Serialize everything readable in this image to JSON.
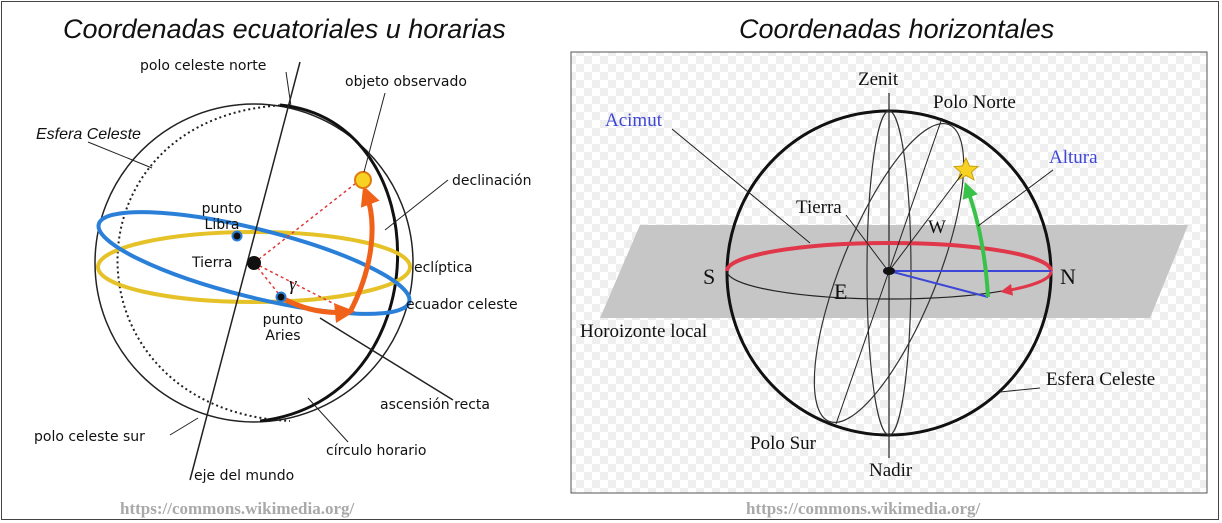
{
  "left_panel": {
    "title": "Coordenadas ecuatoriales u horarias",
    "labels": {
      "north_pole": "polo celeste norte",
      "observed_object": "objeto observado",
      "celestial_sphere": "Esfera Celeste",
      "declination": "declinación",
      "libra_point": [
        "punto",
        "Libra"
      ],
      "earth": "Tierra",
      "ecliptic": "eclíptica",
      "gamma": "γ",
      "celestial_equator": "ecuador celeste",
      "aries_point": [
        "punto",
        "Aries"
      ],
      "right_ascension": "ascensión recta",
      "south_pole": "polo celeste sur",
      "hour_circle": "círculo horario",
      "world_axis": "eje del mundo"
    },
    "source": "https://commons.wikimedia.org/"
  },
  "right_panel": {
    "title": "Coordenadas horizontales",
    "labels": {
      "zenith": "Zenit",
      "north_pole": "Polo Norte",
      "azimuth": "Acimut",
      "altitude": "Altura",
      "earth": "Tierra",
      "west": "W",
      "south": "S",
      "north": "N",
      "east": "E",
      "local_horizon": "Horoizonte local",
      "celestial_sphere": "Esfera Celeste",
      "south_pole": "Polo Sur",
      "nadir": "Nadir"
    },
    "source": "https://commons.wikimedia.org/"
  },
  "colors": {
    "equator_blue": "#2a7fd8",
    "ecliptic_yellow": "#e6c229",
    "arc_orange": "#f0621a",
    "dotted_red": "#e03a3a",
    "horizon_red": "#e0384a",
    "altitude_green": "#39c24a",
    "label_blue": "#3d46d6",
    "plane_gray": "#c6c6c6"
  }
}
